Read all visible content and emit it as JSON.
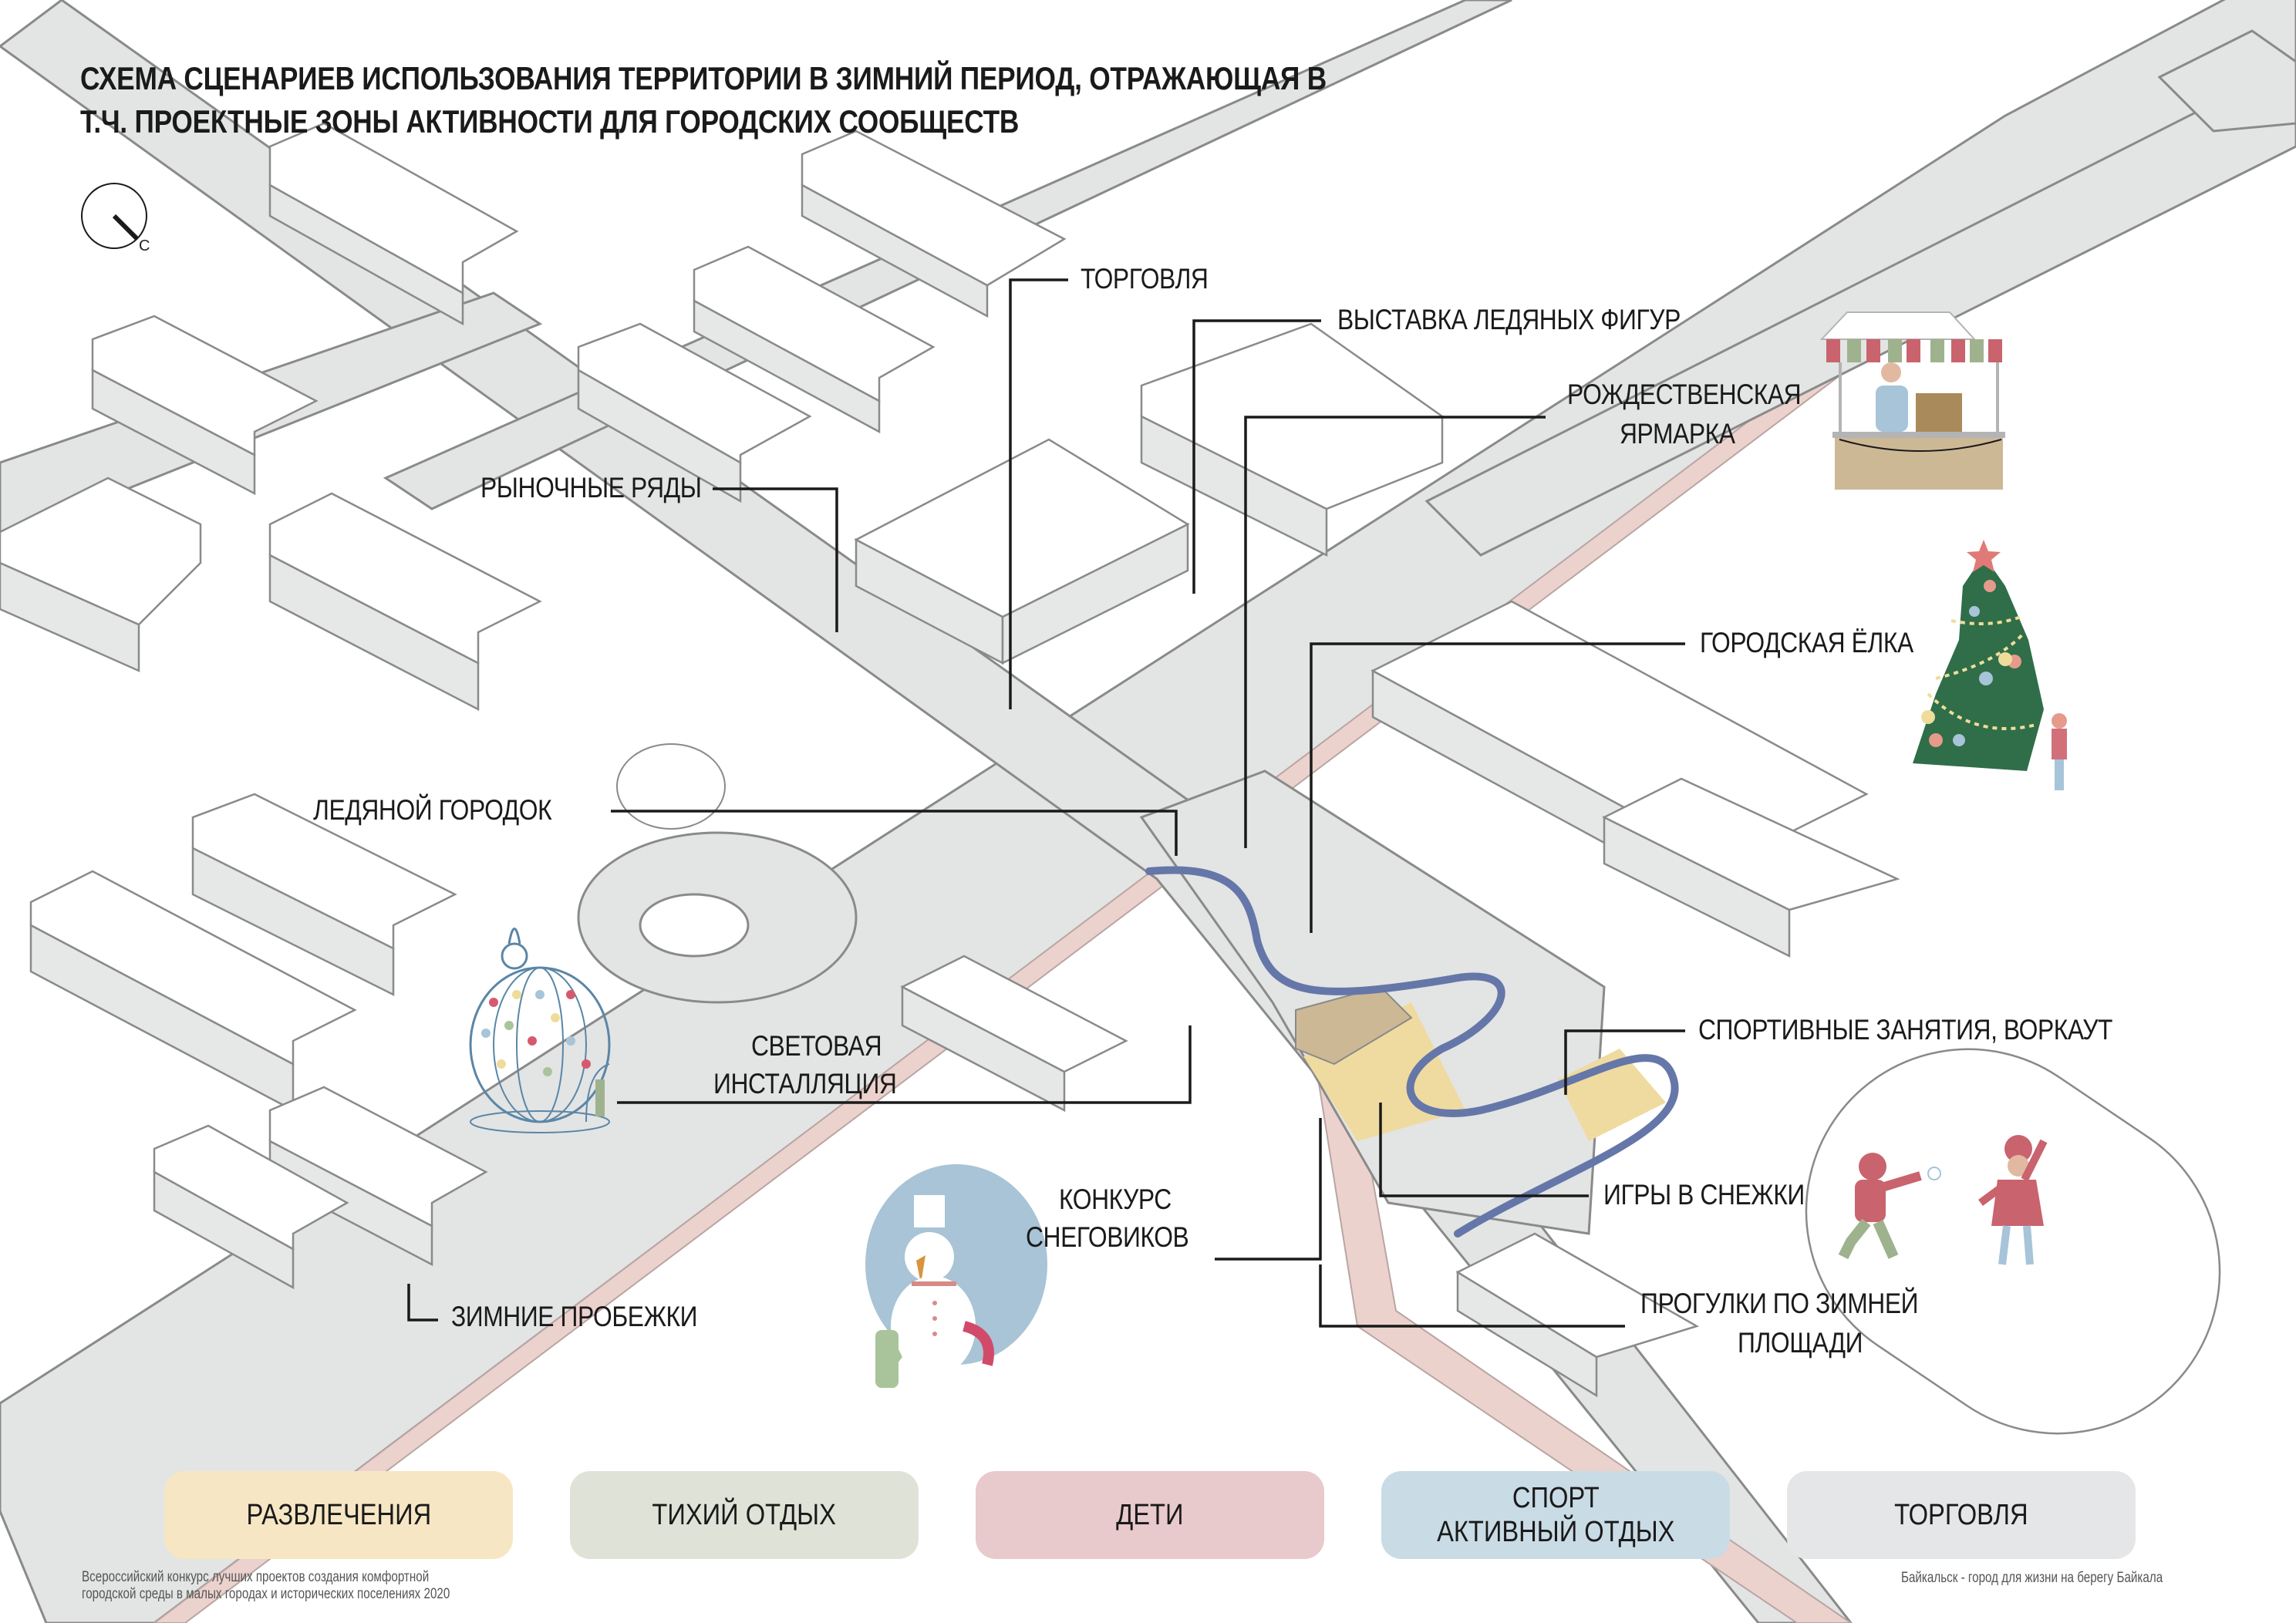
{
  "title": {
    "line1": "СХЕМА СЦЕНАРИЕВ ИСПОЛЬЗОВАНИЯ ТЕРРИТОРИИ В ЗИМНИЙ ПЕРИОД, ОТРАЖАЮЩАЯ В",
    "line2": "Т.Ч. ПРОЕКТНЫЕ ЗОНЫ АКТИВНОСТИ ДЛЯ ГОРОДСКИХ СООБЩЕСТВ"
  },
  "compass": {
    "icon": "north-arrow-icon",
    "letter": "С"
  },
  "callouts": {
    "trade": "ТОРГОВЛЯ",
    "ice_figures": "ВЫСТАВКА ЛЕДЯНЫХ ФИГУР",
    "xmas_fair_1": "РОЖДЕСТВЕНСКАЯ",
    "xmas_fair_2": "ЯРМАРКА",
    "market_rows": "РЫНОЧНЫЕ РЯДЫ",
    "city_tree": "ГОРОДСКАЯ ЁЛКА",
    "ice_town": "ЛЕДЯНОЙ ГОРОДОК",
    "sports": "СПОРТИВНЫЕ ЗАНЯТИЯ, ВОРКАУТ",
    "light_install_1": "СВЕТОВАЯ",
    "light_install_2": "ИНСТАЛЛЯЦИЯ",
    "snowman_1": "КОНКУРС",
    "snowman_2": "СНЕГОВИКОВ",
    "snowballs": "ИГРЫ В СНЕЖКИ",
    "walks_1": "ПРОГУЛКИ ПО ЗИМНЕЙ",
    "walks_2": "ПЛОЩАДИ",
    "runs": "ЗИМНИЕ ПРОБЕЖКИ"
  },
  "illustrations": {
    "market_stall": "market-stall-illustration",
    "christmas_tree": "christmas-tree-illustration",
    "light_ornament": "light-ornament-illustration",
    "snowman": "snowman-illustration",
    "snowball_kids": "snowball-fight-illustration"
  },
  "legend": [
    {
      "label": "РАЗВЛЕЧЕНИЯ",
      "color": "#f6e6c4"
    },
    {
      "label": "ТИХИЙ ОТДЫХ",
      "color": "#dfe2d6"
    },
    {
      "label": "ДЕТИ",
      "color": "#e8c9cc"
    },
    {
      "label": "СПОРТ\nАКТИВНЫЙ ОТДЫХ",
      "color": "#c9dbe5"
    },
    {
      "label": "ТОРГОВЛЯ",
      "color": "#e5e6e7"
    }
  ],
  "footer": {
    "left_line1": "Всероссийский конкурс лучших проектов создания комфортной",
    "left_line2": "городской среды в малых городах и исторических поселениях 2020",
    "right": "Байкальск - город для жизни на берегу Байкала"
  },
  "colors": {
    "road_fill": "#e3e4e4",
    "road_stroke": "#8a8a8a",
    "building_top": "#ffffff",
    "building_side": "#e6e7e7",
    "kids_path": "#ecd2cd",
    "skate_track": "#6577a8",
    "entertainment_zone": "#efdba0",
    "pavilion": "#cdb896"
  }
}
